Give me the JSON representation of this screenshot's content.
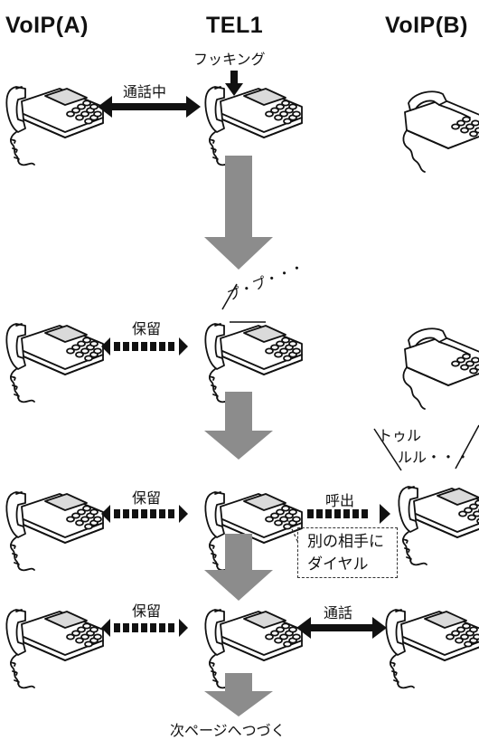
{
  "headers": {
    "voip_a": "VoIP(A)",
    "tel1": "TEL1",
    "voip_b": "VoIP(B)"
  },
  "step1": {
    "hooking": "フッキング",
    "in_call": "通話中"
  },
  "step2": {
    "hold": "保留",
    "beep": "プ・プ・・・"
  },
  "step3": {
    "hold": "保留",
    "calling": "呼出",
    "ring_line1": "トゥル",
    "ring_line2": "ルル・・・",
    "dial_line1": "別の相手に",
    "dial_line2": "ダイヤル"
  },
  "step4": {
    "hold": "保留",
    "talk": "通話"
  },
  "footer": {
    "continue": "次ページへつづく"
  },
  "colors": {
    "flow_arrow": "#8c8c8c",
    "ink": "#111111"
  }
}
